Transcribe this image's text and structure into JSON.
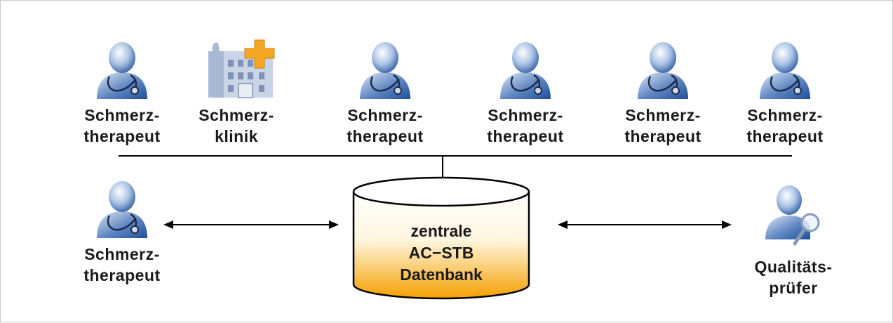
{
  "top_row": [
    {
      "kind": "therapist",
      "icon": "doctor-stethoscope-icon",
      "line1": "Schmerz-",
      "line2": "therapeut"
    },
    {
      "kind": "clinic",
      "icon": "hospital-building-icon",
      "line1": "Schmerz-",
      "line2": "klinik"
    },
    {
      "kind": "therapist",
      "icon": "doctor-stethoscope-icon",
      "line1": "Schmerz-",
      "line2": "therapeut"
    },
    {
      "kind": "therapist",
      "icon": "doctor-stethoscope-icon",
      "line1": "Schmerz-",
      "line2": "therapeut"
    },
    {
      "kind": "therapist",
      "icon": "doctor-stethoscope-icon",
      "line1": "Schmerz-",
      "line2": "therapeut"
    },
    {
      "kind": "therapist",
      "icon": "doctor-stethoscope-icon",
      "line1": "Schmerz-",
      "line2": "therapeut"
    }
  ],
  "left_node": {
    "icon": "doctor-stethoscope-icon",
    "line1": "Schmerz-",
    "line2": "therapeut"
  },
  "database": {
    "icon": "database-cylinder-icon",
    "line1": "zentrale",
    "line2": "AC−STB",
    "line3": "Datenbank",
    "fill_top": "#ffffff",
    "fill_bottom": "#f5a000"
  },
  "right_node": {
    "icon": "user-magnifier-icon",
    "line1": "Qualitäts-",
    "line2": "prüfer"
  },
  "colors": {
    "person_light": "#dfe9f6",
    "person_dark": "#1f4f9a",
    "clinic_cross": "#f5a623",
    "building": "#b8c6dc",
    "line": "#000000"
  }
}
